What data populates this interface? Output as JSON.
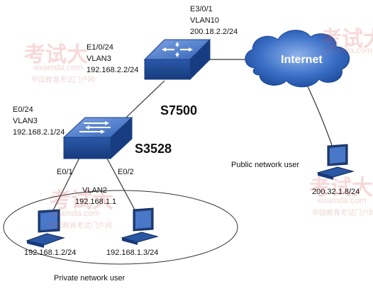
{
  "router": {
    "name": "S7500",
    "port_e3": {
      "port": "E3/0/1",
      "vlan": "VLAN10",
      "ip": "200.18.2.2/24"
    },
    "port_e1": {
      "port": "E1/0/24",
      "vlan": "VLAN3",
      "ip": "192.168.2.2/24"
    }
  },
  "switch": {
    "name": "S3528",
    "port_e0_24": {
      "port": "E0/24",
      "vlan": "VLAN3",
      "ip": "192.168.2.1/24"
    },
    "port_e0_1": "E0/1",
    "port_e0_2": "E0/2",
    "vlan2": {
      "vlan": "VLAN2",
      "ip": "192.168.1.1"
    }
  },
  "internet": {
    "label": "Internet"
  },
  "public_user": {
    "label": "Public network user",
    "ip": "200.32.1.8/24"
  },
  "private_network": {
    "label": "Private network user",
    "pc1_ip": "192.168.1.2/24",
    "pc2_ip": "192.168.1.3/24"
  },
  "watermark": {
    "logo": "考试大",
    "site": "examda.com",
    "tagline": "中国教育考试门户网"
  },
  "colors": {
    "device_blue": "#1e4fa3",
    "cloud_blue": "#2a63bd",
    "line": "#333333"
  }
}
